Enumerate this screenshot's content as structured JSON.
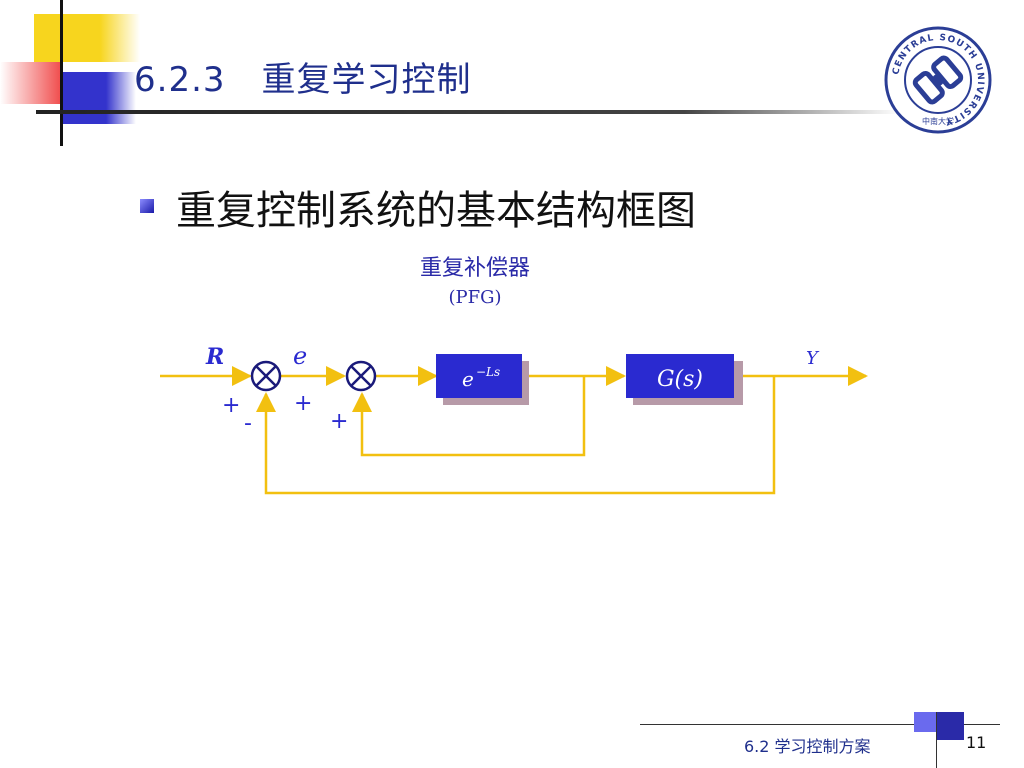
{
  "slide": {
    "title_number": "6.2.3",
    "title_text": "重复学习控制",
    "bullet": "重复控制系统的基本结构框图"
  },
  "diagram": {
    "compensator_name": "重复补偿器",
    "compensator_abbr": "(PFG)",
    "input_label": "R",
    "error_label": "e",
    "output_label": "Y",
    "delay_block": {
      "base": "e",
      "exponent": "−Ls"
    },
    "plant_block": "G(s)",
    "sum1_signs": [
      "+",
      "-"
    ],
    "sum2_signs": [
      "+",
      "+"
    ]
  },
  "logo": {
    "ring_text": "CENTRAL SOUTH UNIVERSITY",
    "bottom_text": "中南大学"
  },
  "footer": {
    "section": "6.2  学习控制方案",
    "page": "11"
  },
  "colors": {
    "accent_blue": "#3333cc",
    "accent_yellow": "#f7d51e",
    "signal_line": "#f2c010",
    "block_fill": "#2a2ad0",
    "title_color": "#1f2f8c"
  }
}
